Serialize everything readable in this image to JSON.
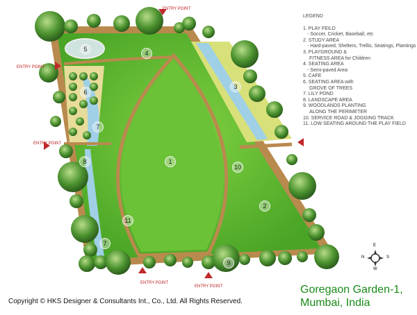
{
  "legend": {
    "title": "LEGEND",
    "items": [
      {
        "label": "1. PLAY FEILD",
        "sub": "- Soccer, Cricket, Baseball, etc"
      },
      {
        "label": "2. STUDY AREA",
        "sub": "- Hard-paved, Shelters, Trellis, Seatings, Plantings"
      },
      {
        "label": "3. PLAYGROUND &",
        "sub": "FITNESS AREA for Children"
      },
      {
        "label": "4. SEATING AREA",
        "sub": "- Semi-paved Area"
      },
      {
        "label": "5. CAFE"
      },
      {
        "label": "6. SEATING AREA with",
        "sub": "GROVE OF TREES"
      },
      {
        "label": "7. LILY POND"
      },
      {
        "label": "8. LANDSCAPE AREA"
      },
      {
        "label": "9. WOODLANDS PLANTING",
        "sub": "ALONG THE PERIMETER"
      },
      {
        "label": "10. SERVICE ROAD & JOGGING TRACK"
      },
      {
        "label": "11. LOW SEATING AROUND THE PLAY FIELD"
      }
    ]
  },
  "entry_label": "ENTRY POINT",
  "area_numbers": [
    "1",
    "2",
    "3",
    "4",
    "5",
    "6",
    "7",
    "7",
    "8",
    "9",
    "10",
    "11"
  ],
  "compass": {
    "top": "E",
    "left": "N",
    "right": "S",
    "bottom": "W"
  },
  "title": {
    "line1": "Goregaon Garden-1,",
    "line2": "Mumbai, India"
  },
  "copyright": "Copyright © HKS Designer & Consultants Int., Co., Ltd. All Rights Reserved.",
  "colors": {
    "grass": "#5fb52e",
    "path": "#b98a4e",
    "tree": "#3f8a2a",
    "water": "#9fd0e6",
    "entry": "#c0282a",
    "title": "#1a8a1a"
  }
}
